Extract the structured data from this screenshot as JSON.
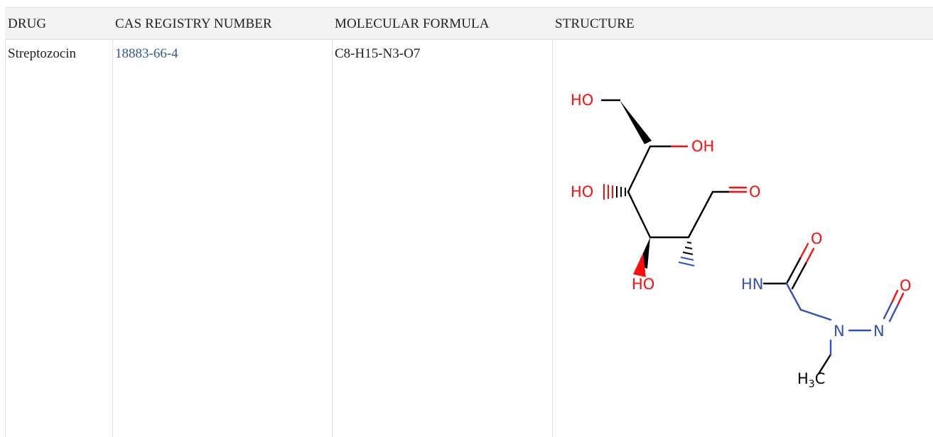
{
  "table": {
    "headers": [
      "DRUG",
      "CAS REGISTRY NUMBER",
      "MOLECULAR FORMULA",
      "STRUCTURE"
    ],
    "rows": [
      {
        "drug": "Streptozocin",
        "cas": "18883-66-4",
        "formula": "C8-H15-N3-O7"
      }
    ]
  },
  "structure": {
    "labels": {
      "ho_top": "HO",
      "oh_right": "OH",
      "ho_mid": "HO",
      "o_aldehyde": "O",
      "o_carbonyl": "O",
      "o_nitroso": "O",
      "ho_bottom": "HO",
      "hn": "HN",
      "n_center": "N",
      "n_right": "N",
      "h3c_h": "H",
      "h3c_sub": "3",
      "h3c_c": "C"
    },
    "colors": {
      "oxygen": "#ff0d0d",
      "nitrogen": "#3050c0",
      "carbon": "#000000"
    }
  }
}
